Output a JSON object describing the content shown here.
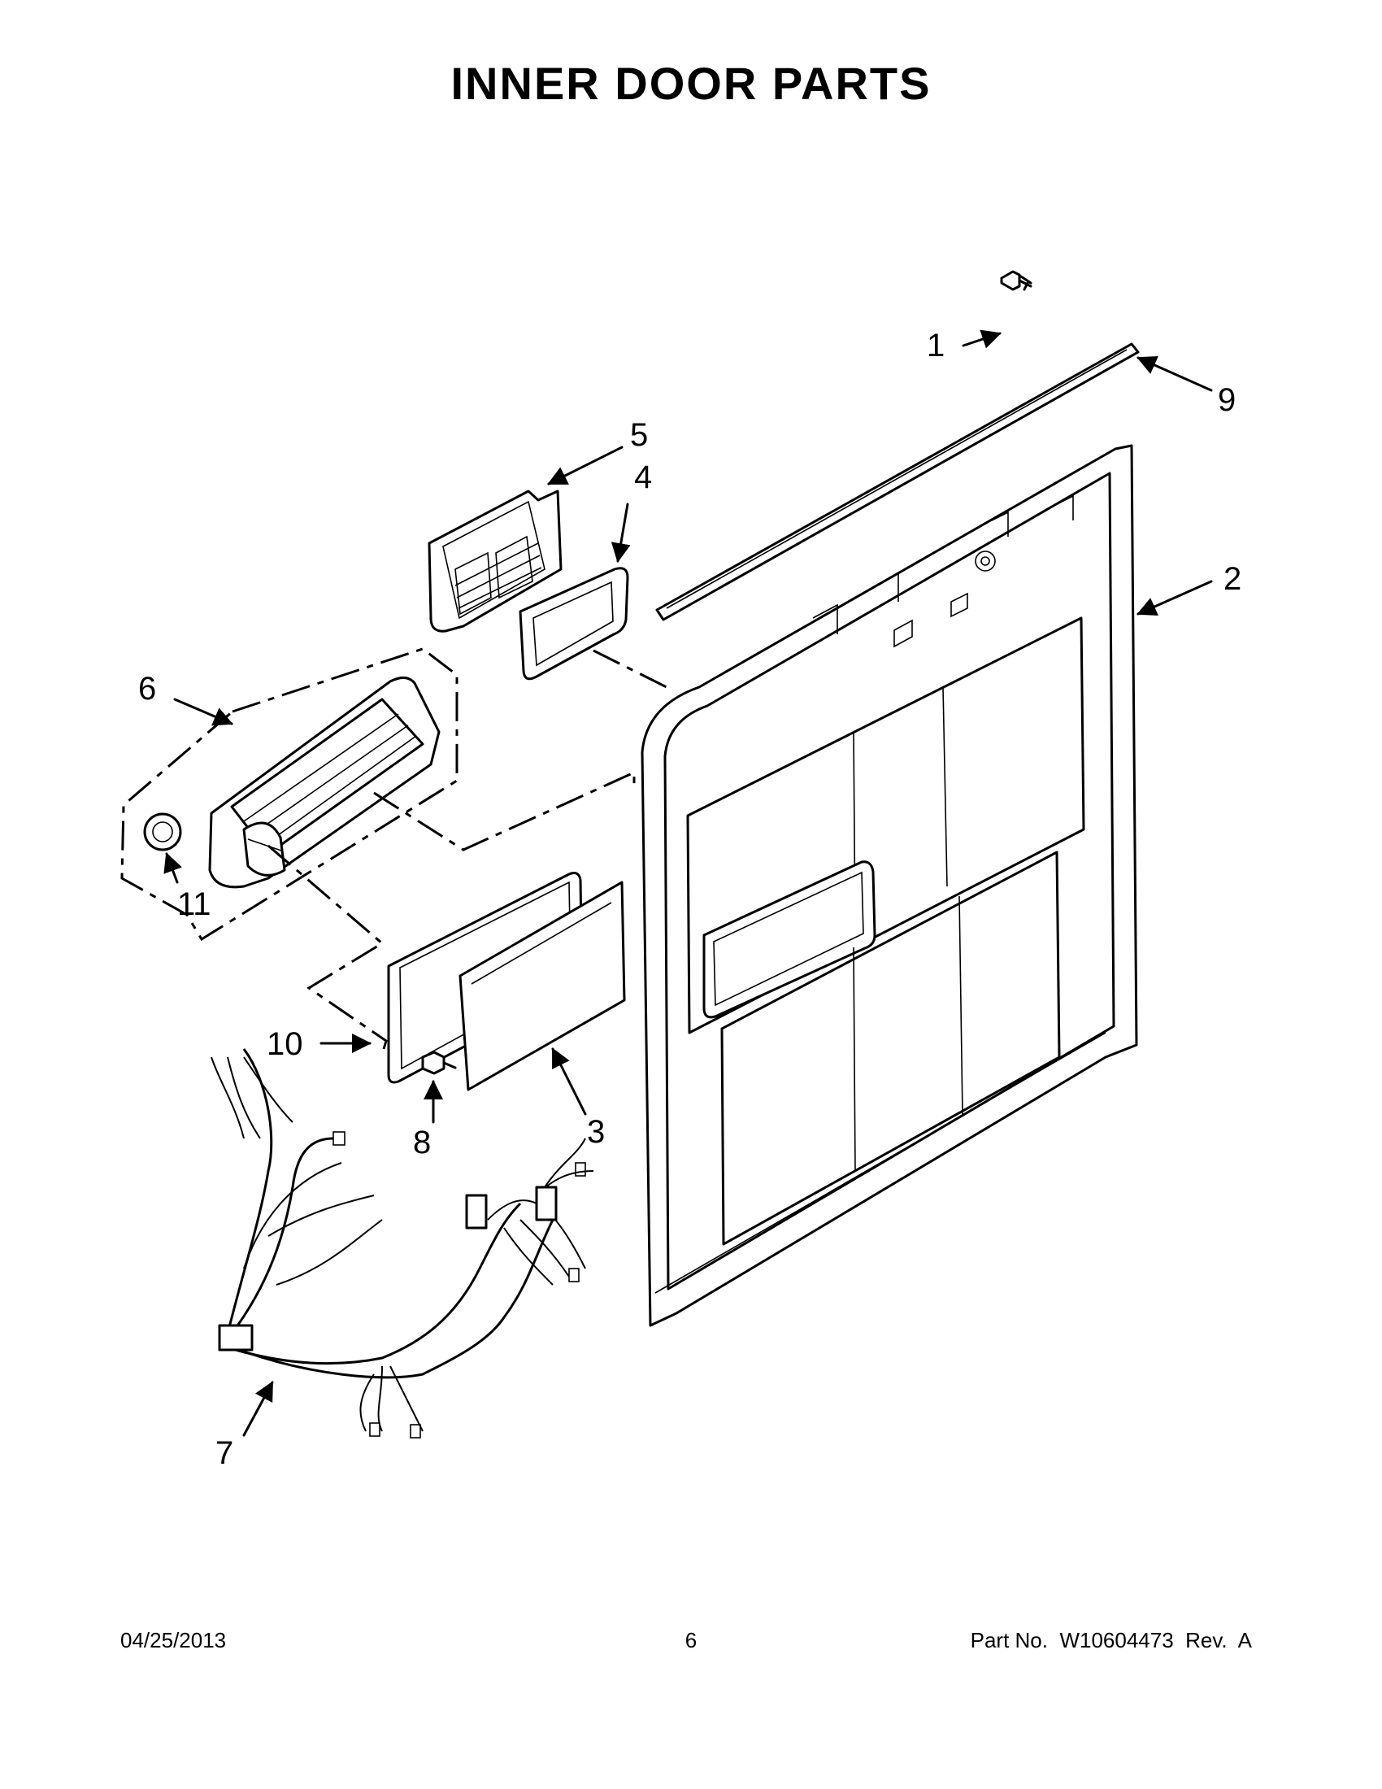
{
  "title": "INNER DOOR PARTS",
  "callouts": [
    "1",
    "2",
    "3",
    "4",
    "5",
    "6",
    "7",
    "8",
    "9",
    "10",
    "11"
  ],
  "footer": {
    "date": "04/25/2013",
    "page": "6",
    "part_label": "Part No.  W10604473  Rev.  A"
  }
}
